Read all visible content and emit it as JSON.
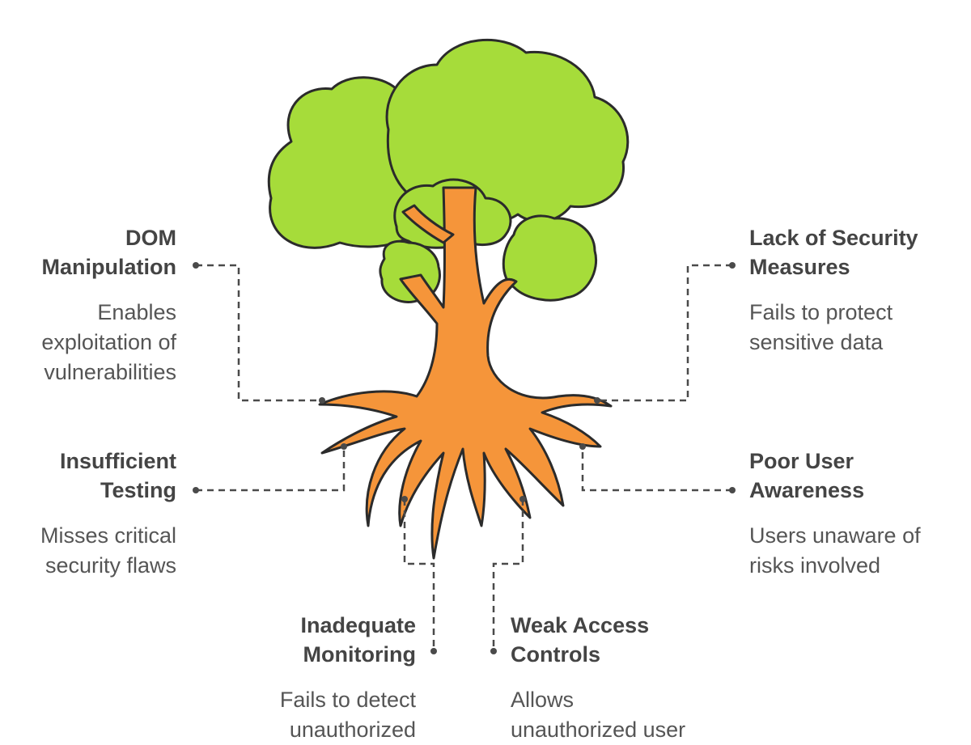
{
  "colors": {
    "foliage": "#a6dc3a",
    "trunk": "#f5953a",
    "outline": "#2b2b2b",
    "connector": "#4a4a4a",
    "text": "#4a4a4a"
  },
  "causes": [
    {
      "title": "DOM\nManipulation",
      "description": "Enables\nexploitation of\nvulnerabilities"
    },
    {
      "title": "Insufficient\nTesting",
      "description": "Misses critical\nsecurity flaws"
    },
    {
      "title": "Lack of Security\nMeasures",
      "description": "Fails to protect\nsensitive data"
    },
    {
      "title": "Poor User\nAwareness",
      "description": "Users unaware of\nrisks involved"
    },
    {
      "title": "Inadequate\nMonitoring",
      "description": "Fails to detect\nunauthorized"
    },
    {
      "title": "Weak Access\nControls",
      "description": "Allows\nunauthorized user"
    }
  ]
}
